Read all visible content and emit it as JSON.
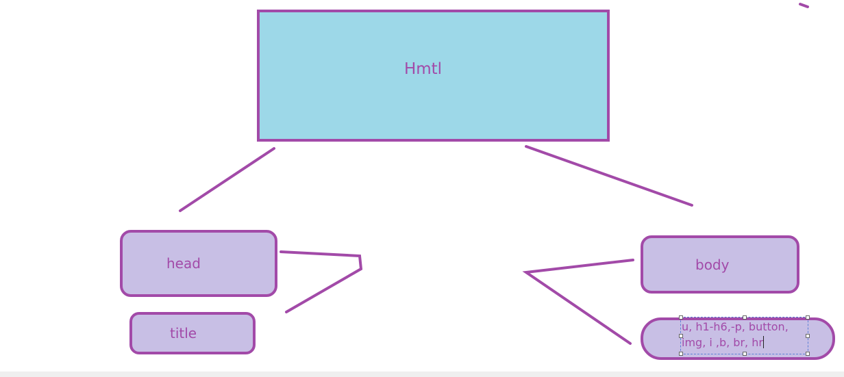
{
  "nodes": {
    "html": "Hmtl",
    "head": "head",
    "title": "title",
    "body": "body",
    "body_items_line1": "u, h1-h6,-p, button,",
    "body_items_line2": "img, i ,b, br, hr"
  },
  "colors": {
    "border": "#a24aa8",
    "html_fill": "#9dd8e8",
    "child_fill": "#c8bfe5",
    "text": "#a24aa8"
  }
}
